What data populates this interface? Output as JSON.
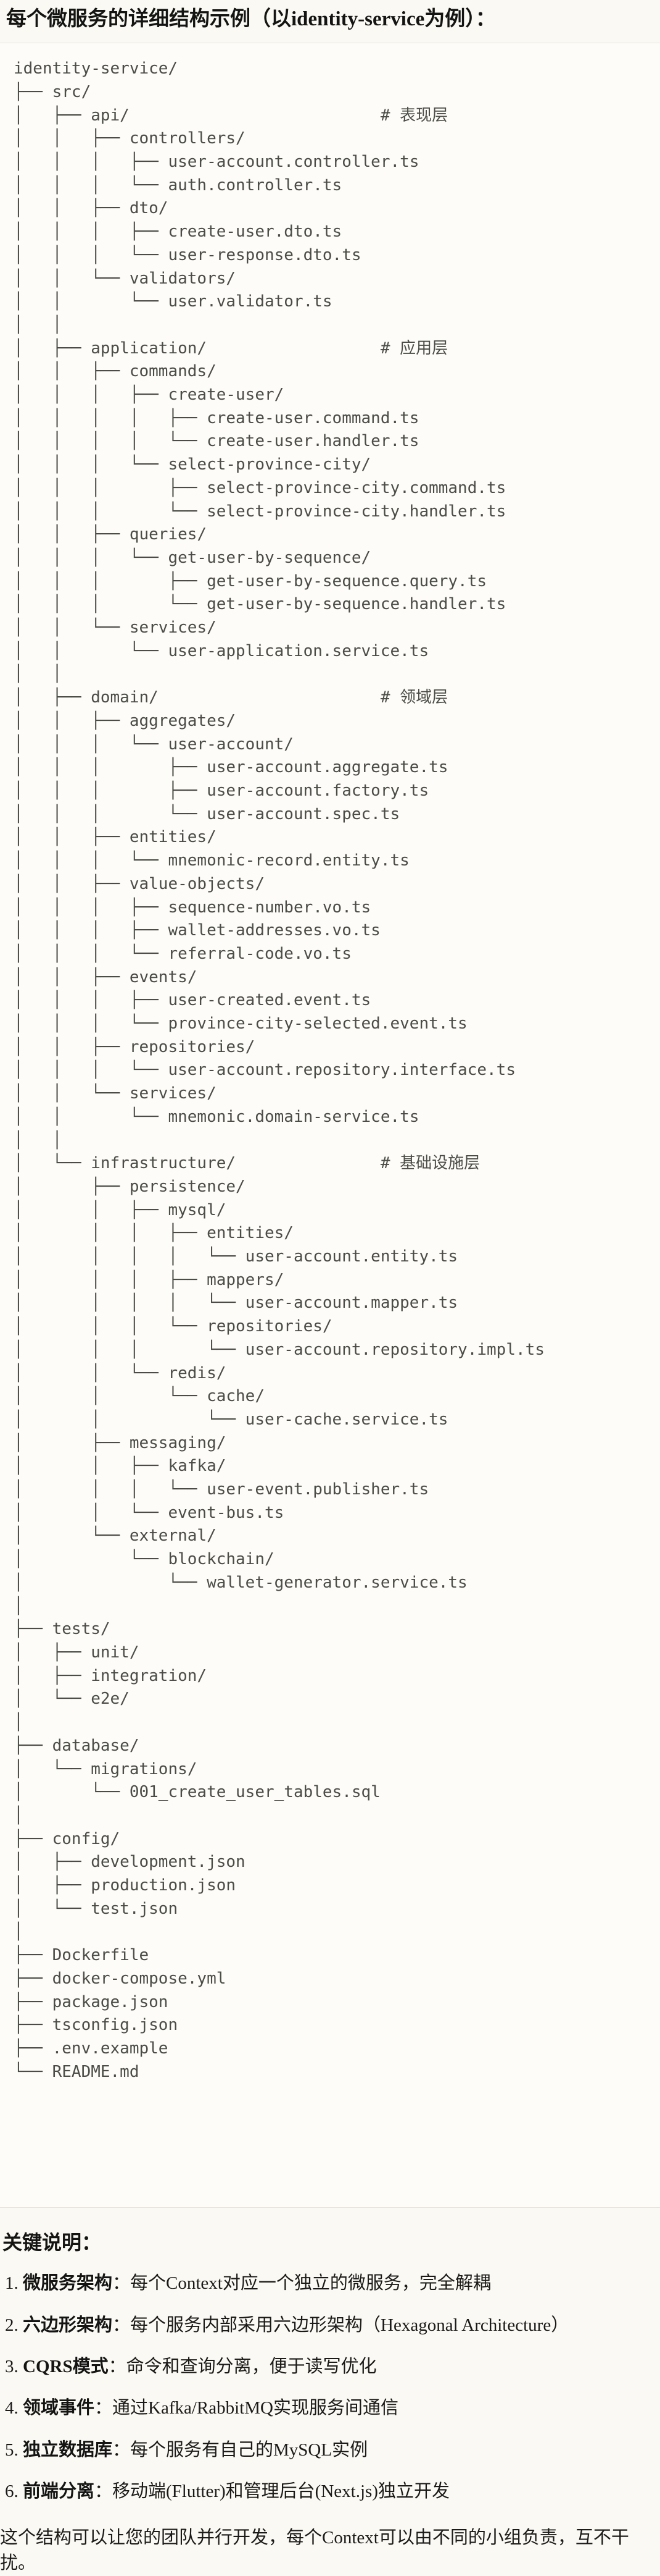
{
  "title": "每个微服务的详细结构示例（以identity-service为例）：",
  "tree": {
    "lines": [
      "identity-service/",
      "├── src/",
      "│   ├── api/                          # 表现层",
      "│   │   ├── controllers/",
      "│   │   │   ├── user-account.controller.ts",
      "│   │   │   └── auth.controller.ts",
      "│   │   ├── dto/",
      "│   │   │   ├── create-user.dto.ts",
      "│   │   │   └── user-response.dto.ts",
      "│   │   └── validators/",
      "│   │       └── user.validator.ts",
      "│   │",
      "│   ├── application/                  # 应用层",
      "│   │   ├── commands/",
      "│   │   │   ├── create-user/",
      "│   │   │   │   ├── create-user.command.ts",
      "│   │   │   │   └── create-user.handler.ts",
      "│   │   │   └── select-province-city/",
      "│   │   │       ├── select-province-city.command.ts",
      "│   │   │       └── select-province-city.handler.ts",
      "│   │   ├── queries/",
      "│   │   │   └── get-user-by-sequence/",
      "│   │   │       ├── get-user-by-sequence.query.ts",
      "│   │   │       └── get-user-by-sequence.handler.ts",
      "│   │   └── services/",
      "│   │       └── user-application.service.ts",
      "│   │",
      "│   ├── domain/                       # 领域层",
      "│   │   ├── aggregates/",
      "│   │   │   └── user-account/",
      "│   │   │       ├── user-account.aggregate.ts",
      "│   │   │       ├── user-account.factory.ts",
      "│   │   │       └── user-account.spec.ts",
      "│   │   ├── entities/",
      "│   │   │   └── mnemonic-record.entity.ts",
      "│   │   ├── value-objects/",
      "│   │   │   ├── sequence-number.vo.ts",
      "│   │   │   ├── wallet-addresses.vo.ts",
      "│   │   │   └── referral-code.vo.ts",
      "│   │   ├── events/",
      "│   │   │   ├── user-created.event.ts",
      "│   │   │   └── province-city-selected.event.ts",
      "│   │   ├── repositories/",
      "│   │   │   └── user-account.repository.interface.ts",
      "│   │   └── services/",
      "│   │       └── mnemonic.domain-service.ts",
      "│   │",
      "│   └── infrastructure/               # 基础设施层",
      "│       ├── persistence/",
      "│       │   ├── mysql/",
      "│       │   │   ├── entities/",
      "│       │   │   │   └── user-account.entity.ts",
      "│       │   │   ├── mappers/",
      "│       │   │   │   └── user-account.mapper.ts",
      "│       │   │   └── repositories/",
      "│       │   │       └── user-account.repository.impl.ts",
      "│       │   └── redis/",
      "│       │       └── cache/",
      "│       │           └── user-cache.service.ts",
      "│       ├── messaging/",
      "│       │   ├── kafka/",
      "│       │   │   └── user-event.publisher.ts",
      "│       │   └── event-bus.ts",
      "│       └── external/",
      "│           └── blockchain/",
      "│               └── wallet-generator.service.ts",
      "│",
      "├── tests/",
      "│   ├── unit/",
      "│   ├── integration/",
      "│   └── e2e/",
      "│",
      "├── database/",
      "│   └── migrations/",
      "│       └── 001_create_user_tables.sql",
      "│",
      "├── config/",
      "│   ├── development.json",
      "│   ├── production.json",
      "│   └── test.json",
      "│",
      "├── Dockerfile",
      "├── docker-compose.yml",
      "├── package.json",
      "├── tsconfig.json",
      "├── .env.example",
      "└── README.md"
    ]
  },
  "key_notes": {
    "heading": "关键说明：",
    "items": [
      {
        "term": "微服务架构",
        "desc": "：每个Context对应一个独立的微服务，完全解耦"
      },
      {
        "term": "六边形架构",
        "desc": "：每个服务内部采用六边形架构（Hexagonal Architecture）"
      },
      {
        "term": "CQRS模式",
        "desc": "：命令和查询分离，便于读写优化"
      },
      {
        "term": "领域事件",
        "desc": "：通过Kafka/RabbitMQ实现服务间通信"
      },
      {
        "term": "独立数据库",
        "desc": "：每个服务有自己的MySQL实例"
      },
      {
        "term": "前端分离",
        "desc": "：移动端(Flutter)和管理后台(Next.js)独立开发"
      }
    ]
  },
  "closing": "这个结构可以让您的团队并行开发，每个Context可以由不同的小组负责，互不干扰。"
}
